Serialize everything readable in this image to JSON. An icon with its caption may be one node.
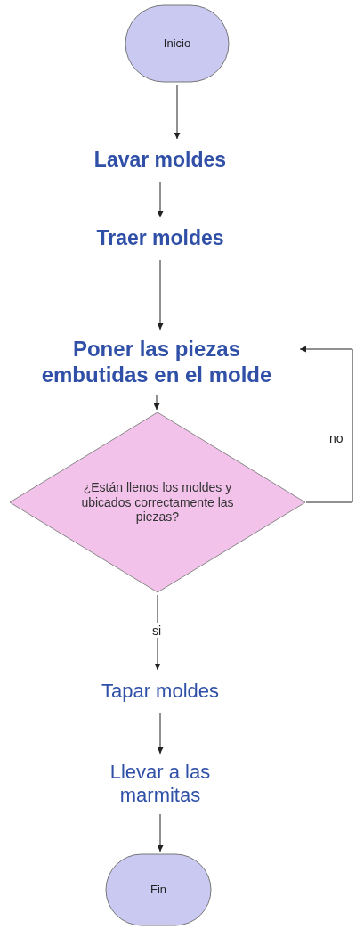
{
  "diagram": {
    "nodes": [
      {
        "text": [
          "Inicio"
        ]
      },
      {
        "text": [
          "Lavar moldes"
        ]
      },
      {
        "text": [
          "Traer moldes"
        ]
      },
      {
        "text": [
          "Poner las piezas embutidas en el molde"
        ]
      },
      {
        "text": [
          "¿Están llenos los moldes y ubicados correctamente las piezas?"
        ]
      },
      {
        "text": [
          "Tapar moldes"
        ]
      },
      {
        "text": [
          "Llevar a las marmitas"
        ]
      },
      {
        "text": [
          "Fin"
        ]
      }
    ],
    "edges": [
      {
        "from": 0,
        "to": 1,
        "arrow": "to"
      },
      {
        "from": 1,
        "to": 2,
        "arrow": "to"
      },
      {
        "from": 2,
        "to": 3,
        "arrow": "to"
      },
      {
        "from": 3,
        "to": 4,
        "arrow": "to"
      },
      {
        "from": 4,
        "to": 5,
        "arrow": "to",
        "label": "si"
      },
      {
        "from": 4,
        "to": 3,
        "arrow": "to",
        "label": "no"
      },
      {
        "from": 5,
        "to": 6,
        "arrow": "to"
      },
      {
        "from": 6,
        "to": 7,
        "arrow": "to"
      }
    ]
  }
}
